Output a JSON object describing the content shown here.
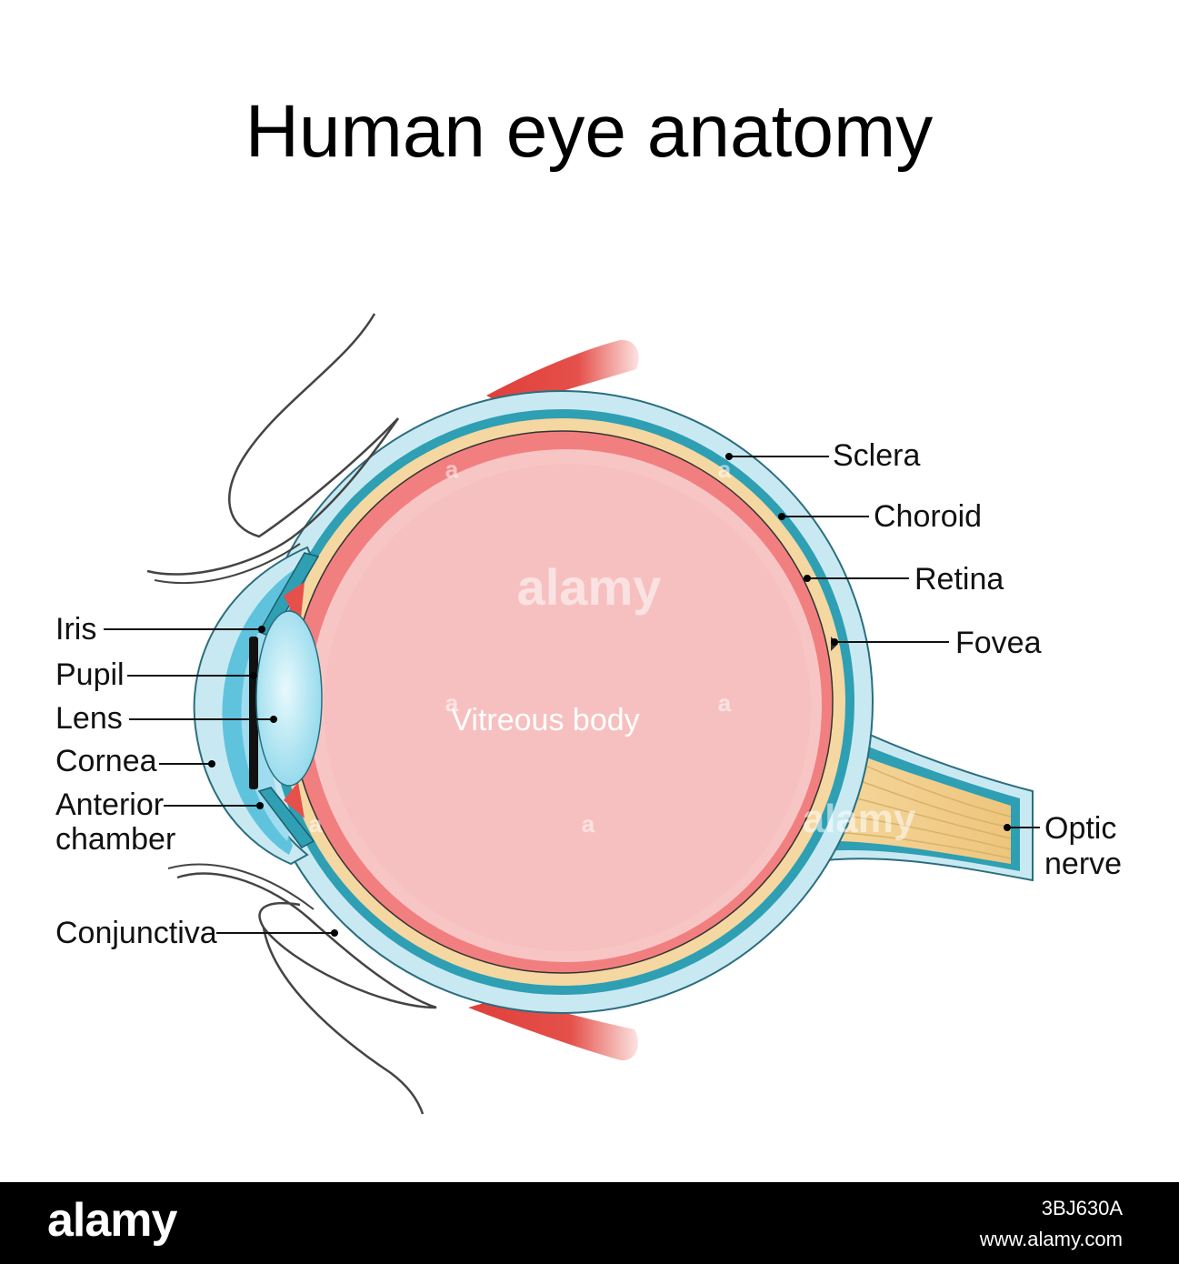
{
  "title": "Human eye anatomy",
  "labels": {
    "sclera": "Sclera",
    "choroid": "Choroid",
    "retina": "Retina",
    "fovea": "Fovea",
    "optic_nerve_1": "Optic",
    "optic_nerve_2": "nerve",
    "iris": "Iris",
    "pupil": "Pupil",
    "lens": "Lens",
    "cornea": "Cornea",
    "anterior_chamber_1": "Anterior",
    "anterior_chamber_2": "chamber",
    "conjunctiva": "Conjunctiva",
    "vitreous_body": "Vitreous body"
  },
  "watermark": {
    "center": "alamy",
    "small": "a"
  },
  "footer": {
    "brand": "alamy",
    "image_id": "3BJ630A",
    "site": "www.alamy.com"
  },
  "colors": {
    "sclera": "#c9e9f2",
    "choroid_band": "#2f9fb3",
    "retina_band": "#f5d7a1",
    "retina_inner": "#f27f7f",
    "vitreous": "#f8c5c5",
    "lens": "#aee6f4",
    "muscle": "#e5504a",
    "optic_nerve": "#f1d08f"
  }
}
